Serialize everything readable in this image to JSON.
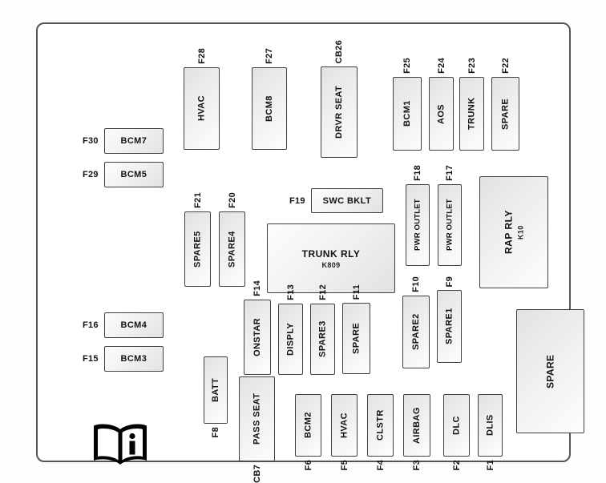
{
  "fuses": {
    "f28": {
      "id": "F28",
      "name": "HVAC"
    },
    "f27": {
      "id": "F27",
      "name": "BCM8"
    },
    "cb26": {
      "id": "CB26",
      "name": "DRVR SEAT"
    },
    "f25": {
      "id": "F25",
      "name": "BCM1"
    },
    "f24": {
      "id": "F24",
      "name": "AOS"
    },
    "f23": {
      "id": "F23",
      "name": "TRUNK"
    },
    "f22": {
      "id": "F22",
      "name": "SPARE"
    },
    "f30": {
      "id": "F30",
      "name": "BCM7"
    },
    "f29": {
      "id": "F29",
      "name": "BCM5"
    },
    "f19": {
      "id": "F19",
      "name": "SWC BKLT"
    },
    "f21": {
      "id": "F21",
      "name": "SPARE5"
    },
    "f20": {
      "id": "F20",
      "name": "SPARE4"
    },
    "trunk_rly": {
      "name": "TRUNK RLY",
      "code": "K809"
    },
    "f18": {
      "id": "F18",
      "name": "PWR OUTLET"
    },
    "f17": {
      "id": "F17",
      "name": "PWR OUTLET"
    },
    "rap_rly": {
      "name": "RAP RLY",
      "code": "K10"
    },
    "f16": {
      "id": "F16",
      "name": "BCM4"
    },
    "f15": {
      "id": "F15",
      "name": "BCM3"
    },
    "f14": {
      "id": "F14",
      "name": "ONSTAR"
    },
    "f13": {
      "id": "F13",
      "name": "DISPLY"
    },
    "f12": {
      "id": "F12",
      "name": "SPARE3"
    },
    "f11": {
      "id": "F11",
      "name": "SPARE"
    },
    "f10": {
      "id": "F10",
      "name": "SPARE2"
    },
    "f9": {
      "id": "F9",
      "name": "SPARE1"
    },
    "spare_big": {
      "name": "SPARE"
    },
    "f8": {
      "id": "F8",
      "name": "BATT"
    },
    "cb7": {
      "id": "CB7",
      "name": "PASS SEAT"
    },
    "f6": {
      "id": "F6",
      "name": "BCM2"
    },
    "f5": {
      "id": "F5",
      "name": "HVAC"
    },
    "f4": {
      "id": "F4",
      "name": "CLSTR"
    },
    "f3": {
      "id": "F3",
      "name": "AIRBAG"
    },
    "f2": {
      "id": "F2",
      "name": "DLC"
    },
    "f1": {
      "id": "F1",
      "name": "DLIS"
    }
  },
  "icons": {
    "info_book": "open-book-info-icon"
  },
  "colors": {
    "box_border": "#404040",
    "box_fill": "#ededed",
    "panel_border": "#555555"
  }
}
